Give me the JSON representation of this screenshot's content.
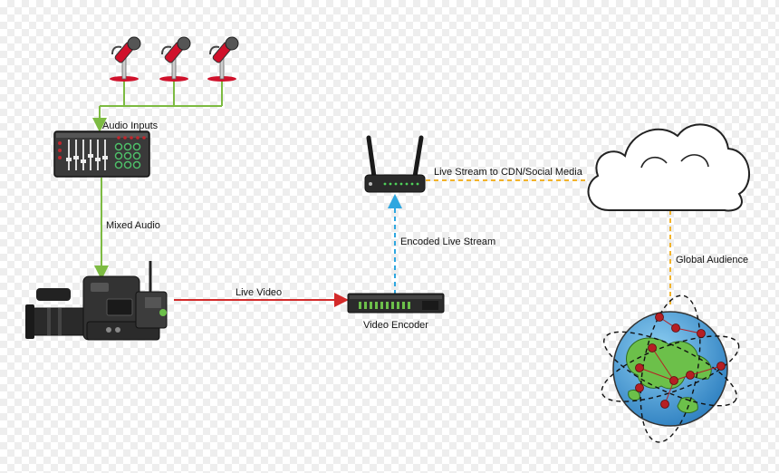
{
  "labels": {
    "audio_inputs": "Audio Inputs",
    "mixed_audio": "Mixed Audio",
    "live_video": "Live Video",
    "video_encoder": "Video Encoder",
    "encoded_live_stream": "Encoded Live Stream",
    "live_stream_cdn": "Live Stream to CDN/Social Media",
    "global_audience": "Global Audience"
  },
  "colors": {
    "audio_line": "#7dbb42",
    "video_line": "#d42a2a",
    "encoded_line": "#2ea7e0",
    "stream_line": "#f2b32a",
    "mic_red": "#d0112b",
    "globe_ocean": "#4a9fd8",
    "globe_land": "#6cc04a",
    "node_red": "#b51f24"
  },
  "icons": [
    "microphone-icon",
    "audio-mixer-icon",
    "camera-icon",
    "video-encoder-icon",
    "router-icon",
    "cloud-icon",
    "globe-icon"
  ]
}
